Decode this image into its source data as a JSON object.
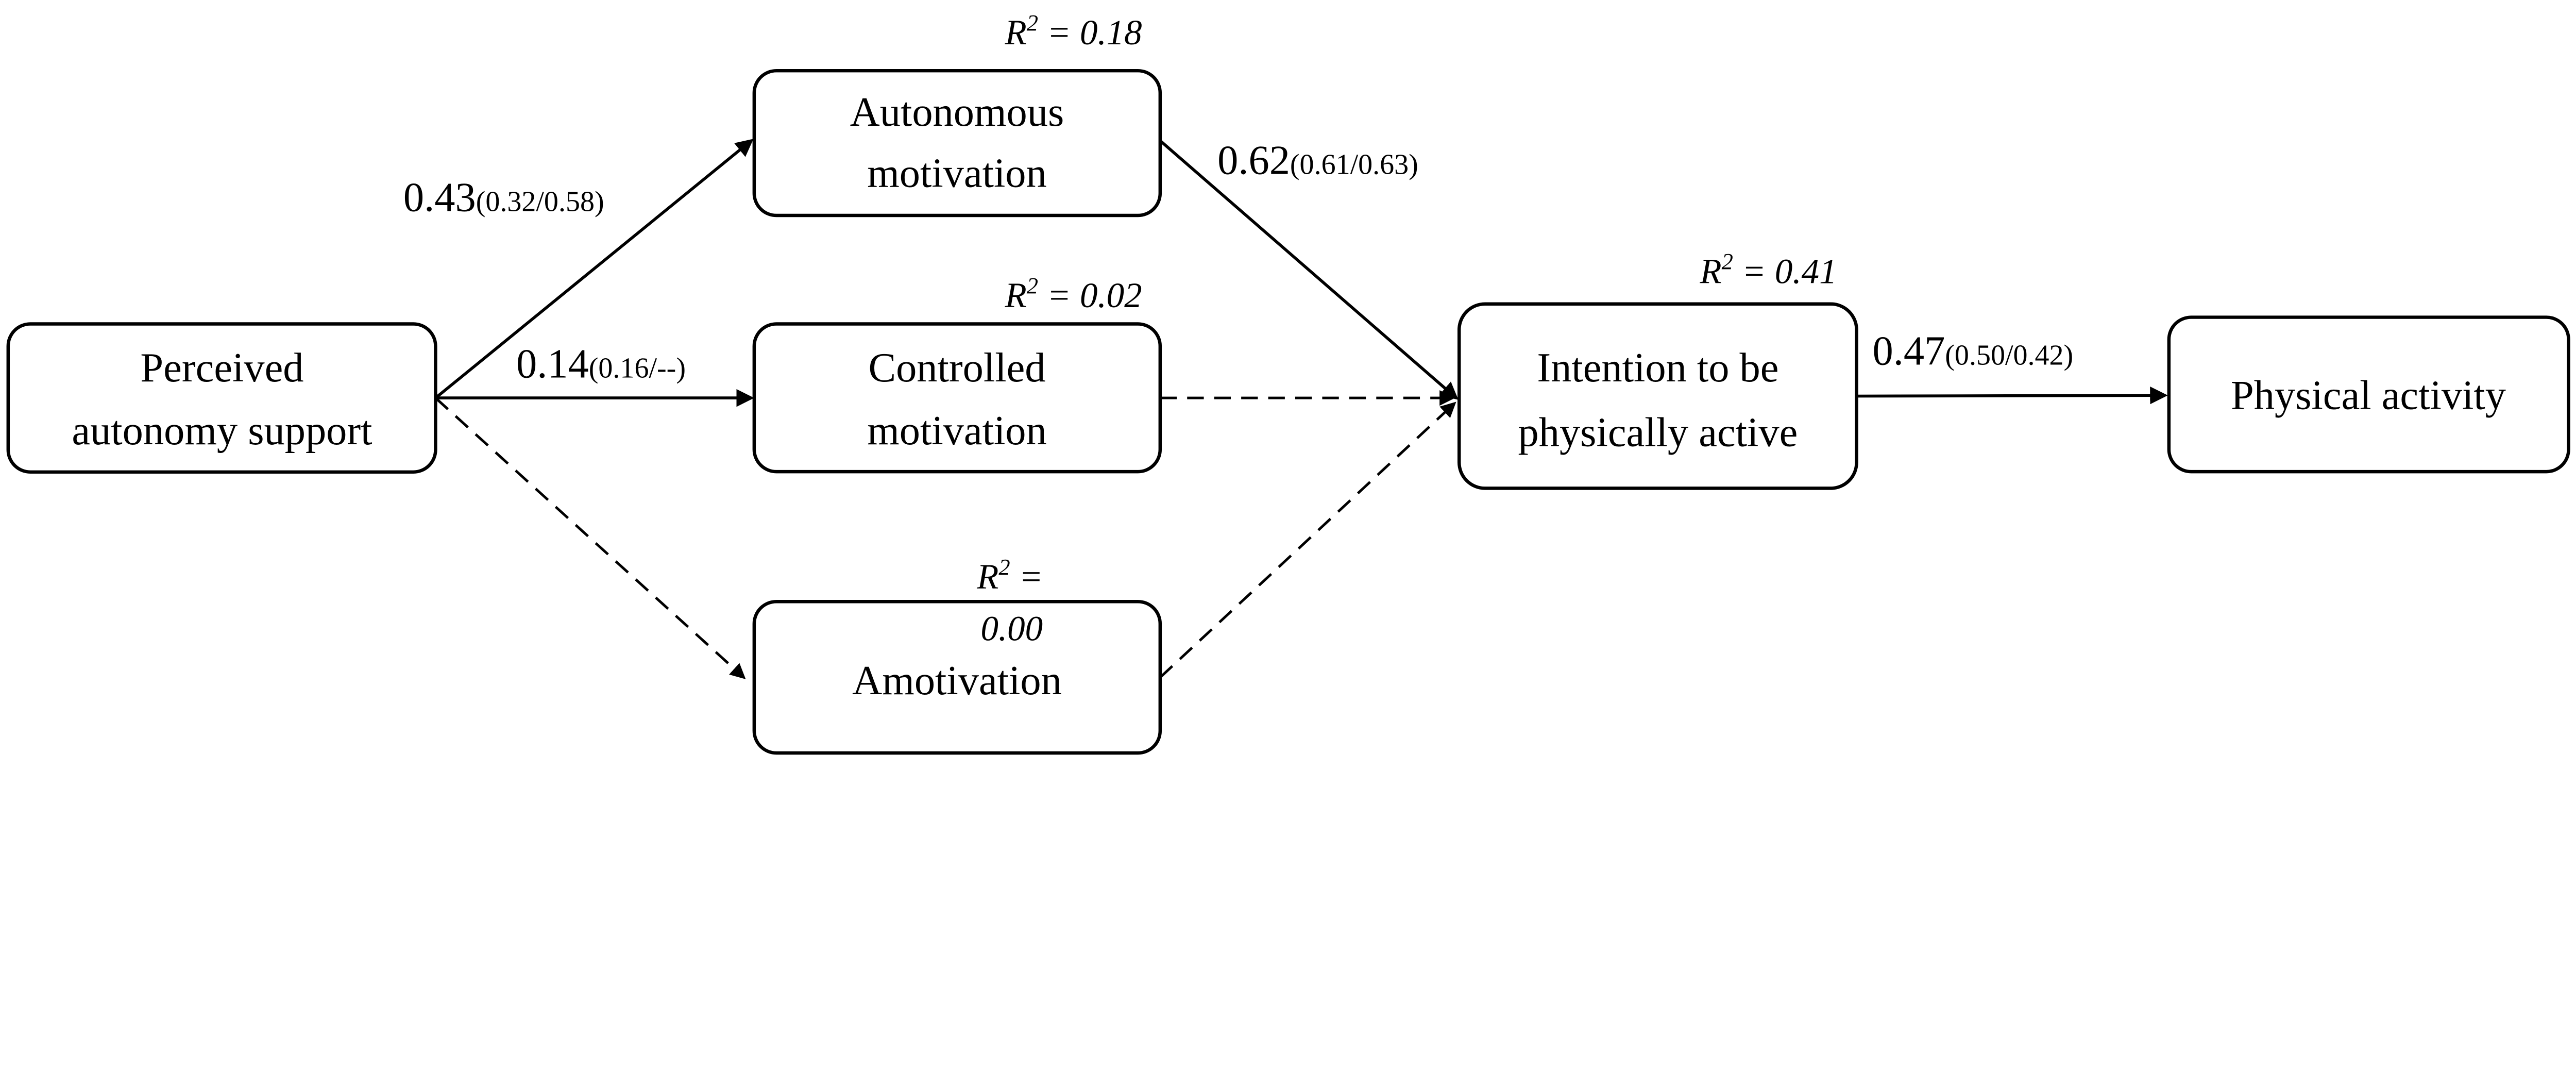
{
  "nodes": {
    "pas": {
      "lines": [
        "Perceived",
        "autonomy  support"
      ]
    },
    "auto": {
      "lines": [
        "Autonomous",
        "motivation"
      ],
      "r2": {
        "label": "R",
        "sup": "2",
        "value": " = 0.18"
      }
    },
    "ctrl": {
      "lines": [
        "Controlled",
        "motivation"
      ],
      "r2": {
        "label": "R",
        "sup": "2",
        "value": " = 0.02"
      }
    },
    "amot": {
      "lines": [
        "Amotivation"
      ],
      "r2": {
        "label": "R",
        "sup": "2",
        "value": " =",
        "value2": "0.00"
      }
    },
    "int": {
      "lines": [
        "Intention  to be",
        "physically  active"
      ],
      "r2": {
        "label": "R",
        "sup": "2",
        "value": " = 0.41"
      }
    },
    "pa": {
      "lines": [
        "Physical  activity"
      ]
    }
  },
  "paths": [
    {
      "from": "pas",
      "to": "auto",
      "style": "solid",
      "coef": "0.43",
      "ci": "(0.32/0.58)"
    },
    {
      "from": "pas",
      "to": "ctrl",
      "style": "solid",
      "coef": "0.14",
      "ci": "(0.16/--)"
    },
    {
      "from": "pas",
      "to": "amot",
      "style": "dashed"
    },
    {
      "from": "auto",
      "to": "int",
      "style": "solid",
      "coef": "0.62",
      "ci": "(0.61/0.63)"
    },
    {
      "from": "ctrl",
      "to": "int",
      "style": "dashed"
    },
    {
      "from": "amot",
      "to": "int",
      "style": "dashed"
    },
    {
      "from": "int",
      "to": "pa",
      "style": "solid",
      "coef": "0.47",
      "ci": "(0.50/0.42)"
    }
  ]
}
